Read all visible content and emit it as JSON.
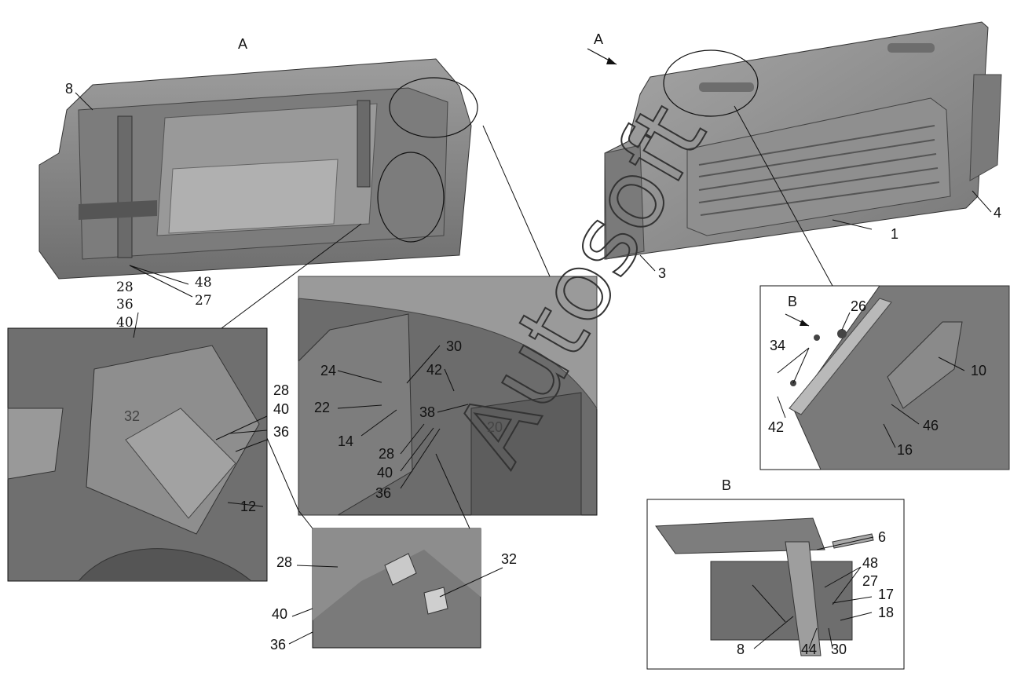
{
  "view_labels": {
    "view_a_left": "A",
    "view_a_arrow": "A",
    "view_b_inset": "B",
    "view_b_bottom": "B"
  },
  "watermark": "Autosoft",
  "callouts": {
    "c8": "8",
    "c28a": "28",
    "c36a": "36",
    "c40a": "40",
    "c48a": "48",
    "c27a": "27",
    "c28b": "28",
    "c40b": "40",
    "c36b": "36",
    "c32a": "32",
    "c12": "12",
    "c24": "24",
    "c22": "22",
    "c14": "14",
    "c30a": "30",
    "c42a": "42",
    "c38": "38",
    "c28c": "28",
    "c40c": "40",
    "c36c": "36",
    "c20": "20",
    "c28d": "28",
    "c32b": "32",
    "c40d": "40",
    "c36d": "36",
    "c1": "1",
    "c3": "3",
    "c4": "4",
    "c26": "26",
    "c34": "34",
    "c42b": "42",
    "c10": "10",
    "c46": "46",
    "c16": "16",
    "c6": "6",
    "c48b": "48",
    "c27b": "27",
    "c17": "17",
    "c18": "18",
    "c8b": "8",
    "c44": "44",
    "c30b": "30"
  },
  "colors": {
    "part_fill": "#8a8a8a",
    "part_dark": "#5f5f5f",
    "part_light": "#b5b5b5",
    "line": "#111111"
  }
}
